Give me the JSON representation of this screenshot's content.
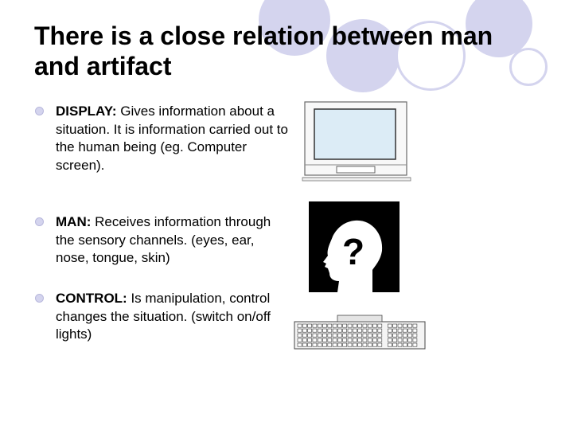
{
  "title": "There is a close relation between man and artifact",
  "items": [
    {
      "term": "DISPLAY:",
      "text": " Gives information about a situation. It is information carried out to the human being (eg. Computer screen)."
    },
    {
      "term": "MAN:",
      "text": " Receives information through the sensory channels. (eyes, ear, nose, tongue, skin)"
    },
    {
      "term": "CONTROL:",
      "text": " Is manipulation, control changes the situation. (switch on/off lights)"
    }
  ],
  "head_glyph": "?",
  "icons": {
    "bullet": "circle-bullet-icon",
    "display": "computer-monitor-icon",
    "man": "head-question-icon",
    "control": "keyboard-icon"
  },
  "colors": {
    "decor": "#d4d4ee",
    "screen": "#dcecf6"
  }
}
